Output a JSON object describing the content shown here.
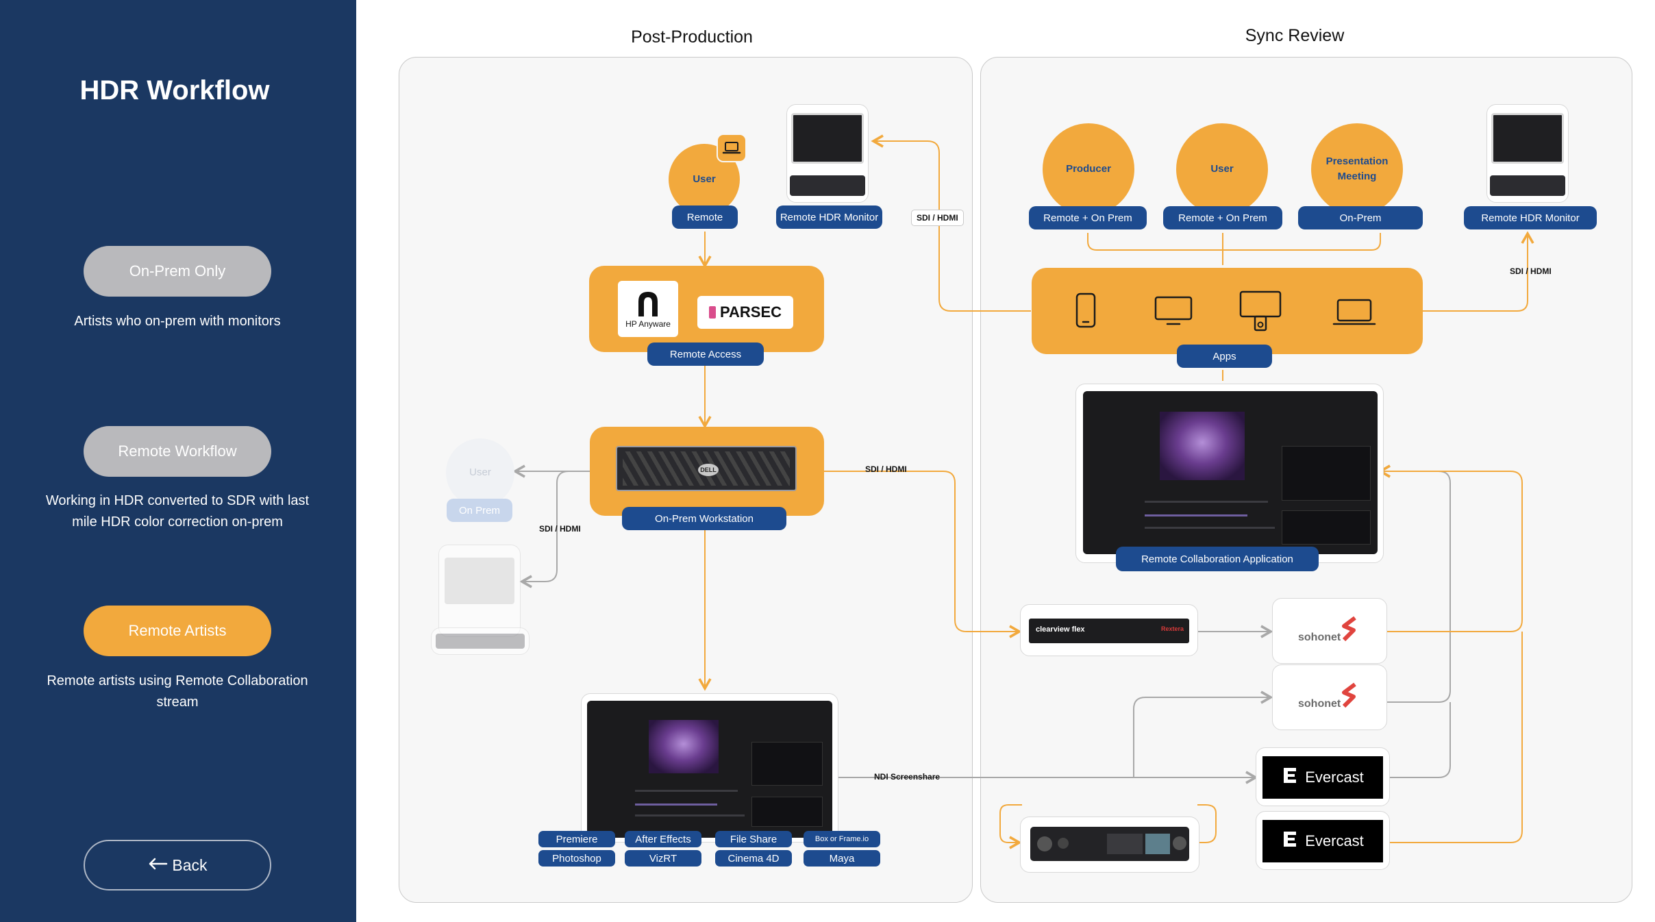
{
  "sidebar": {
    "title": "HDR Workflow",
    "buttons": [
      {
        "label": "On-Prem Only",
        "description": "Artists who on-prem with monitors",
        "state": "inactive"
      },
      {
        "label": "Remote Workflow",
        "description": "Working in HDR converted to SDR with last mile HDR color correction on-prem",
        "state": "inactive"
      },
      {
        "label": "Remote Artists",
        "description": "Remote artists using Remote Collaboration stream",
        "state": "active"
      }
    ],
    "back_label": "Back",
    "back_icon": "arrow-left-icon"
  },
  "colors": {
    "sidebar_bg": "#1b3862",
    "accent_orange": "#f2a93d",
    "pill_blue": "#1d4b8f",
    "inactive_gray": "#b9b9bc",
    "connector_orange": "#f2a93d",
    "connector_gray": "#a8a8a8"
  },
  "post_production": {
    "title": "Post-Production",
    "user": {
      "label": "User",
      "role": "Remote",
      "icon": "laptop-icon"
    },
    "remote_monitor": {
      "label": "Remote HDR Monitor"
    },
    "remote_access": {
      "label": "Remote Access",
      "logos": [
        "HP Anyware",
        "PARSEC"
      ]
    },
    "workstation": {
      "label": "On-Prem Workstation",
      "brand": "DELL"
    },
    "onprem_user": {
      "label": "User",
      "role": "On Prem"
    },
    "sdi_hdmi_1": "SDI / HDMI",
    "sdi_hdmi_2": "SDI / HDMI",
    "sdi_hdmi_3": "SDI / HDMI",
    "ndi": "NDI Screenshare",
    "apps": [
      [
        "Premiere",
        "Photoshop"
      ],
      [
        "After Effects",
        "VizRT"
      ],
      [
        "File Share",
        "Cinema 4D"
      ],
      [
        "Box or Frame.io",
        "Maya"
      ]
    ]
  },
  "sync_review": {
    "title": "Sync Review",
    "participants": [
      {
        "label": "Producer",
        "role": "Remote + On Prem"
      },
      {
        "label": "User",
        "role": "Remote + On Prem"
      },
      {
        "label": "Presentation Meeting",
        "role": "On-Prem"
      }
    ],
    "remote_monitor": {
      "label": "Remote HDR Monitor"
    },
    "sdi_hdmi": "SDI / HDMI",
    "apps": {
      "label": "Apps",
      "devices": [
        "phone-icon",
        "monitor-icon",
        "desktop-icon",
        "laptop-icon"
      ]
    },
    "collab_app": {
      "label": "Remote Collaboration Application"
    },
    "clearview": {
      "label": "clearview flex",
      "brand": "Rextera"
    },
    "sohonet_1": "sohonet",
    "sohonet_2": "sohonet",
    "evercast_1": "Evercast",
    "evercast_2": "Evercast"
  }
}
